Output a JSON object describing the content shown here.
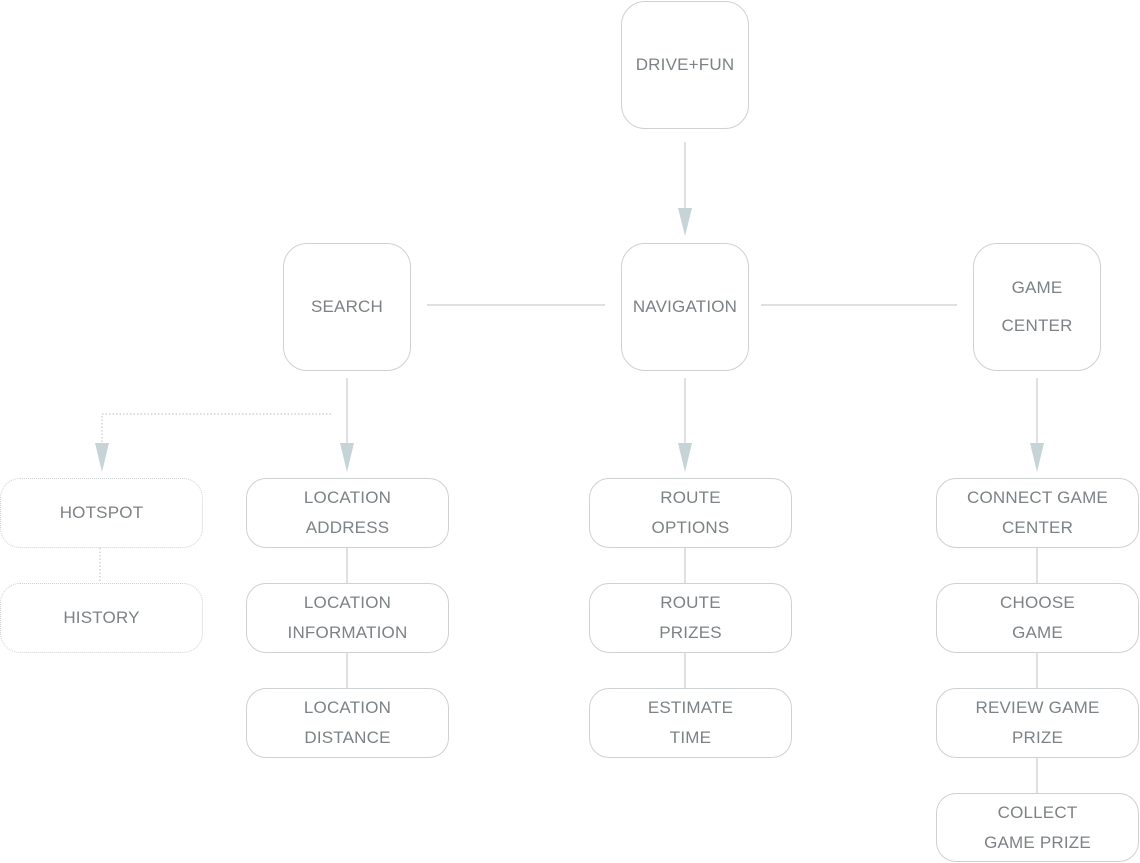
{
  "colors": {
    "node_border": "#cdd1d3",
    "node_text": "#7c8285",
    "connector_line": "#dde1e2",
    "arrow_fill": "#c6d3d7",
    "dotted_line": "#c4cacd"
  },
  "nodes": {
    "drive_fun": {
      "lines": [
        "DRIVE+FUN"
      ]
    },
    "search": {
      "lines": [
        "SEARCH"
      ]
    },
    "navigation": {
      "lines": [
        "NAVIGATION"
      ]
    },
    "game_center": {
      "lines": [
        "GAME",
        "CENTER"
      ]
    },
    "hotspot": {
      "lines": [
        "HOTSPOT"
      ]
    },
    "history": {
      "lines": [
        "HISTORY"
      ]
    },
    "location_address": {
      "lines": [
        "LOCATION",
        "ADDRESS"
      ]
    },
    "location_information": {
      "lines": [
        "LOCATION",
        "INFORMATION"
      ]
    },
    "location_distance": {
      "lines": [
        "LOCATION",
        "DISTANCE"
      ]
    },
    "route_options": {
      "lines": [
        "ROUTE",
        "OPTIONS"
      ]
    },
    "route_prizes": {
      "lines": [
        "ROUTE",
        "PRIZES"
      ]
    },
    "estimate_time": {
      "lines": [
        "ESTIMATE",
        "TIME"
      ]
    },
    "connect_game_center": {
      "lines": [
        "CONNECT GAME",
        "CENTER"
      ]
    },
    "choose_game": {
      "lines": [
        "CHOOSE",
        "GAME"
      ]
    },
    "review_game_prize": {
      "lines": [
        "REVIEW GAME",
        "PRIZE"
      ]
    },
    "collect_game_prize": {
      "lines": [
        "COLLECT",
        "GAME PRIZE"
      ]
    }
  }
}
